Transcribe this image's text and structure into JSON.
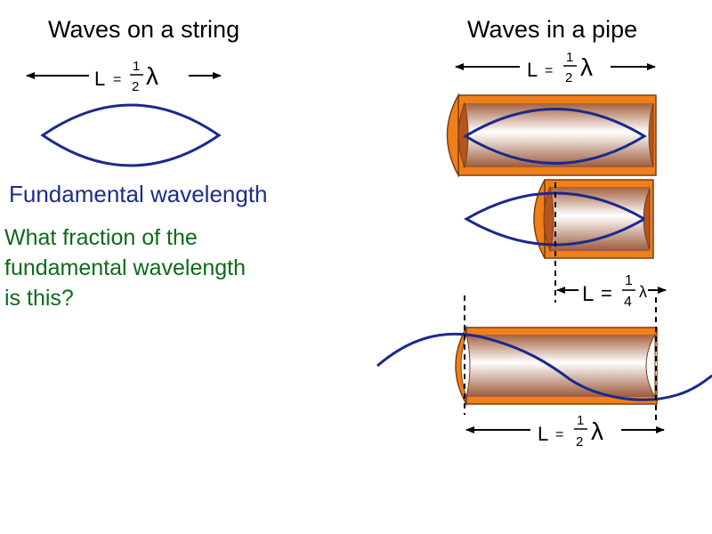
{
  "titles": {
    "string": "Waves on a string",
    "pipe": "Waves in a pipe"
  },
  "labels": {
    "fundamental": "Fundamental wavelength",
    "question": "What fraction of the fundamental wavelength is this?"
  },
  "equations": {
    "string_top": {
      "lhs": "L",
      "op": "=",
      "num": "1",
      "den": "2",
      "sym": "λ"
    },
    "pipe_top": {
      "lhs": "L",
      "op": "=",
      "num": "1",
      "den": "2",
      "sym": "λ"
    },
    "pipe_mid": {
      "lhs": "L",
      "op": "=",
      "num": "1",
      "den": "4",
      "sym": "λ"
    },
    "pipe_bottom": {
      "lhs": "L",
      "op": "=",
      "num": "1",
      "den": "2",
      "sym": "λ"
    }
  },
  "colors": {
    "wave": "#1a2a8c",
    "pipe_orange": "#f07f1a",
    "pipe_dark": "#b4541e",
    "text_blue": "#1c2c8c",
    "text_green": "#0d6a18"
  }
}
